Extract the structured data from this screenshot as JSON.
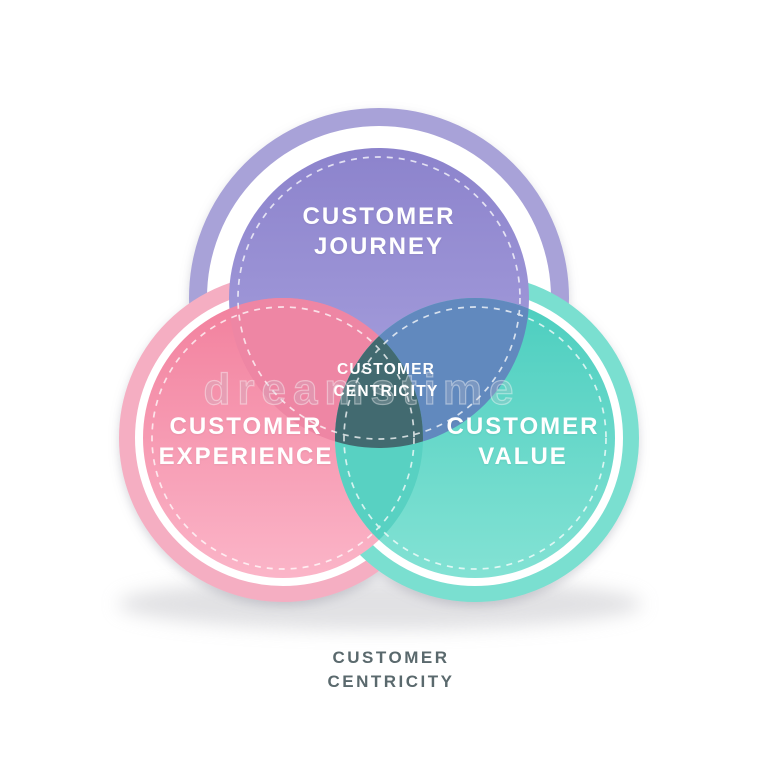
{
  "diagram": {
    "type": "venn",
    "circles": [
      {
        "id": "journey",
        "label_line1": "CUSTOMER",
        "label_line2": "JOURNEY"
      },
      {
        "id": "experience",
        "label_line1": "CUSTOMER",
        "label_line2": "EXPERIENCE"
      },
      {
        "id": "value",
        "label_line1": "CUSTOMER",
        "label_line2": "VALUE"
      }
    ],
    "center": {
      "line1": "CUSTOMER",
      "line2": "CENTRICITY"
    },
    "caption": {
      "line1": "CUSTOMER",
      "line2": "CENTRICITY"
    },
    "watermark": "dreamstime",
    "colors": {
      "journey_fill_top": "#8C83CC",
      "journey_fill_bottom": "#ABA4E0",
      "journey_ring": "#A8A2D8",
      "experience_fill_top": "#F2809D",
      "experience_fill_bottom": "#FBB5C8",
      "experience_ring": "#F5AEC2",
      "value_fill_top": "#4CCEBF",
      "value_fill_bottom": "#83E2D4",
      "value_ring": "#7ADFD0",
      "overlap_journey_experience": "#EE86A4",
      "overlap_journey_value": "#6189BE",
      "overlap_experience_value": "#58D1C2",
      "center_fill": "#426A70",
      "caption_text": "#5A696D"
    }
  }
}
